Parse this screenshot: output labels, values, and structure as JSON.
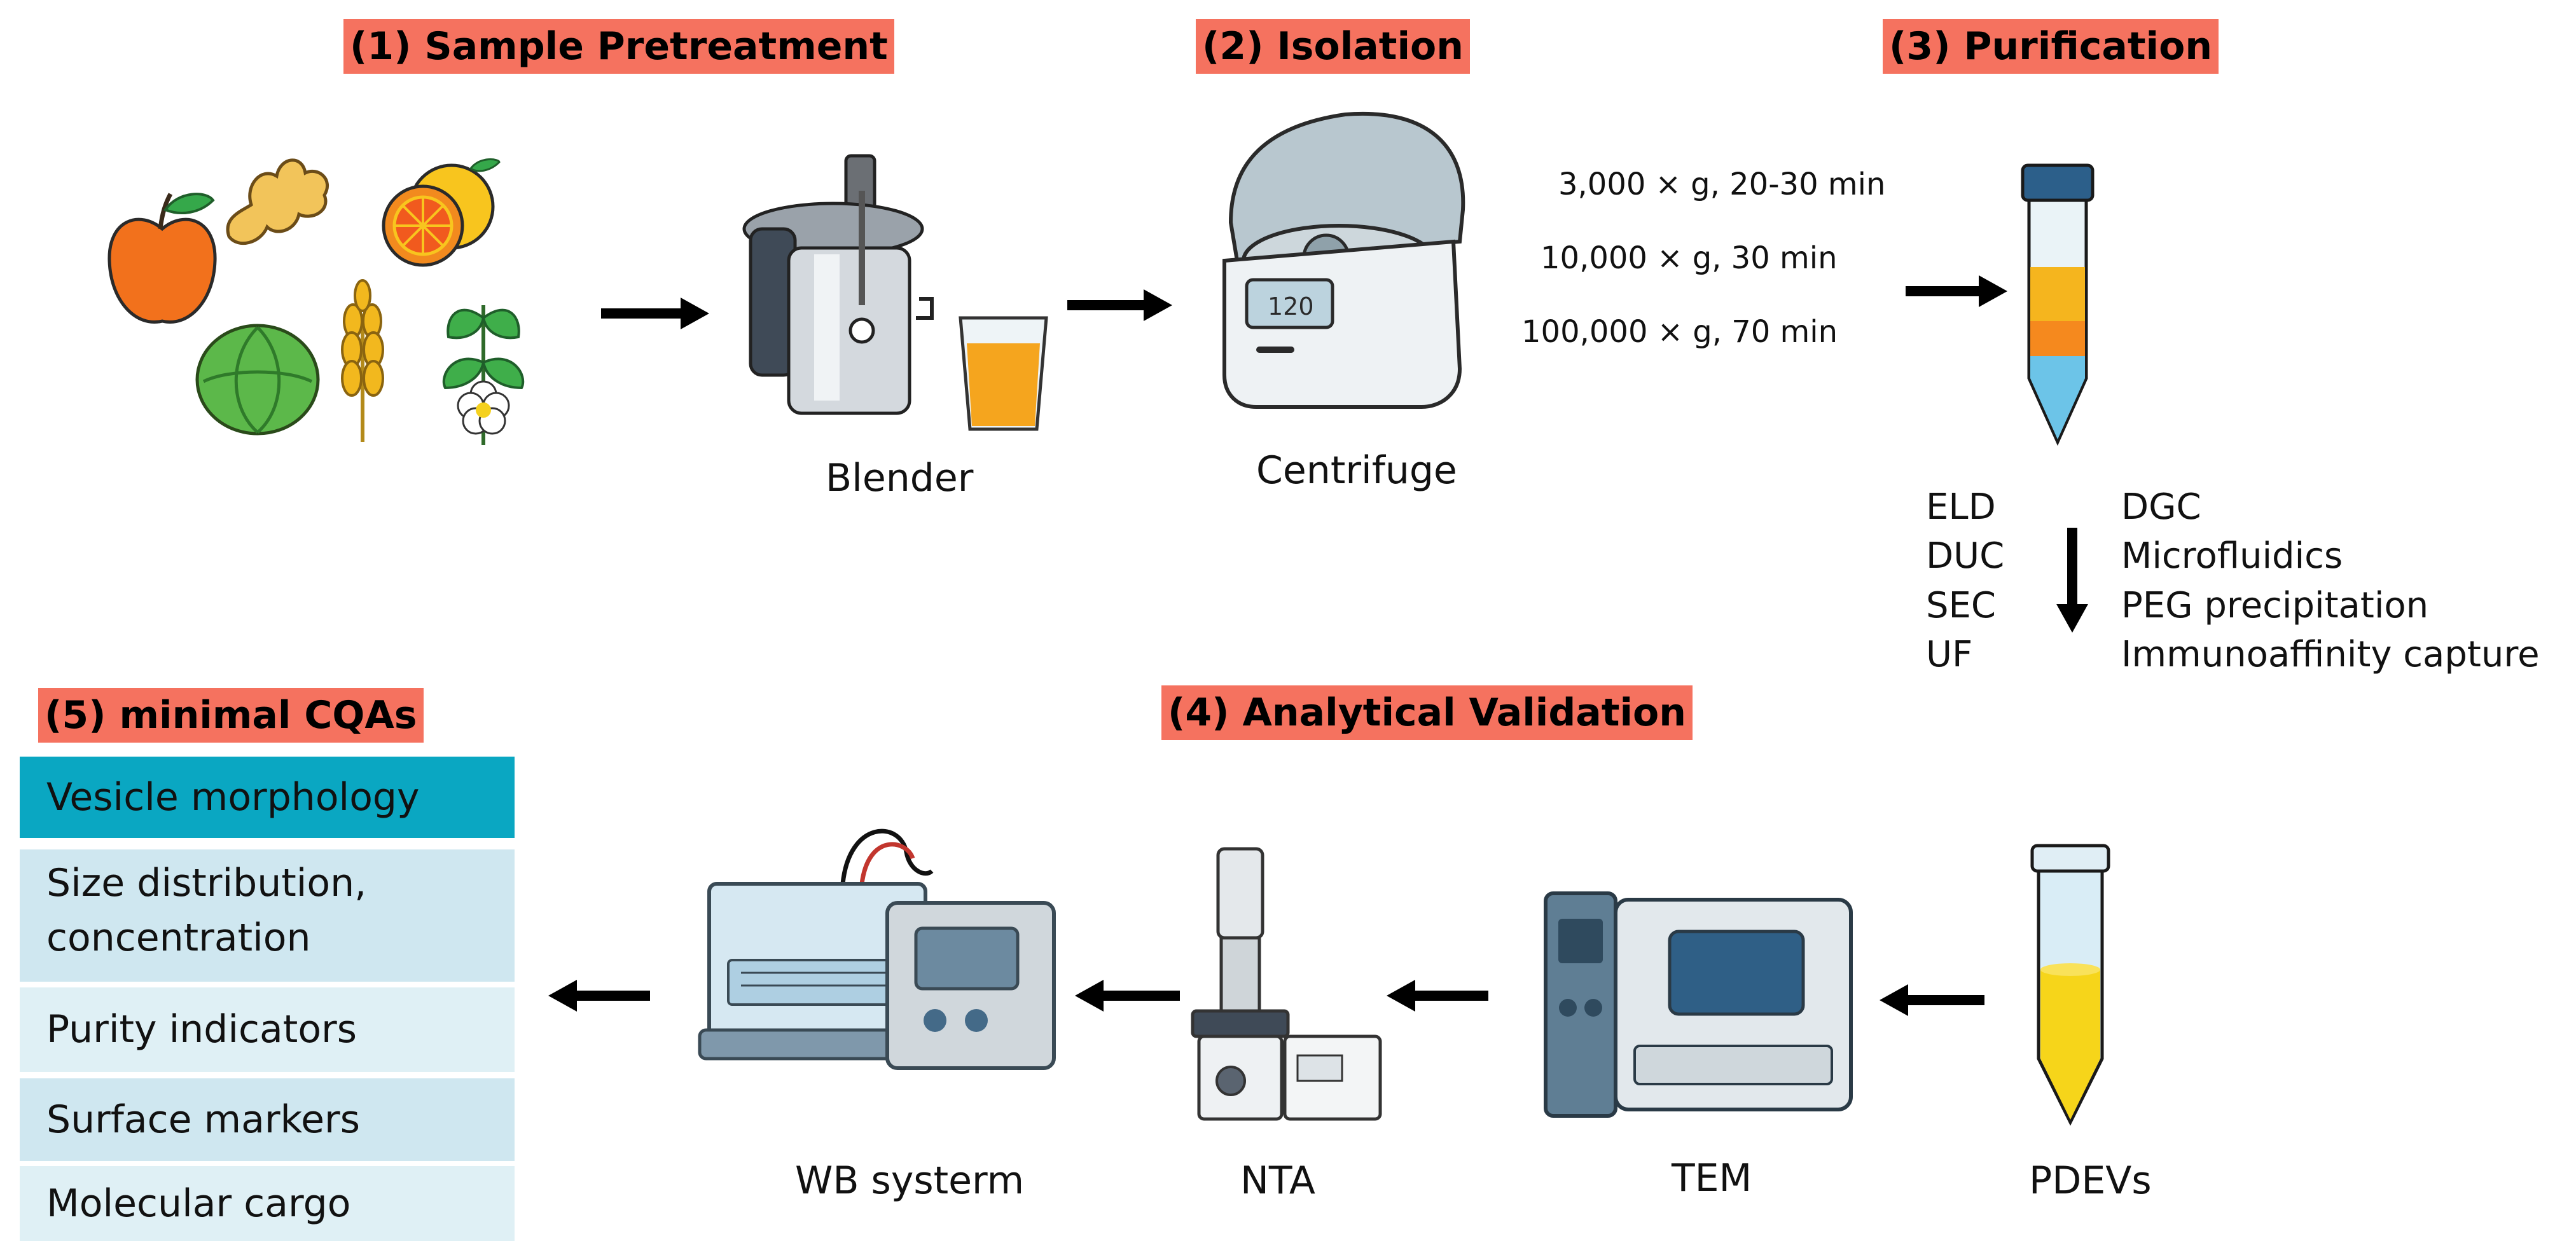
{
  "steps": {
    "s1": {
      "num": "(1)",
      "label": "Sample Pretreatment"
    },
    "s2": {
      "num": "(2)",
      "label": "Isolation"
    },
    "s3": {
      "num": "(3)",
      "label": "Purification"
    },
    "s4": {
      "num": "(4)",
      "label": "Analytical Validation"
    },
    "s5": {
      "num": "(5)",
      "label": "minimal CQAs"
    }
  },
  "equipment": {
    "blender": "Blender",
    "centrifuge": "Centrifuge",
    "wb": "WB systerm",
    "nta": "NTA",
    "tem": "TEM",
    "pdevs": "PDEVs"
  },
  "centrifuge_conditions": [
    "3,000 × g, 20-30 min",
    "10,000 × g, 30 min",
    "100,000 × g, 70 min"
  ],
  "purification_methods": {
    "left": [
      "ELD",
      "DUC",
      "SEC",
      "UF"
    ],
    "right": [
      "DGC",
      "Microfluidics",
      "PEG precipitation",
      "Immunoaffinity capture"
    ]
  },
  "cqas": [
    "Vesicle morphology",
    "Size distribution,",
    "concentration",
    "Purity indicators",
    "Surface markers",
    "Molecular cargo"
  ],
  "colors": {
    "step_label_bg": "#f5725f",
    "cqa_header_bg": "#0aa7c2",
    "cqa_row_1": "#cfe7f0",
    "cqa_row_2": "#dff0f5",
    "arrow": "#000000"
  },
  "icons": [
    "apple-icon",
    "ginger-icon",
    "orange-icon",
    "cabbage-icon",
    "wheat-icon",
    "tea-flower-icon",
    "blender-icon",
    "juice-glass-icon",
    "centrifuge-icon",
    "layered-tube-icon",
    "yellow-tube-icon",
    "tem-microscope-icon",
    "nta-instrument-icon",
    "western-blot-system-icon"
  ]
}
